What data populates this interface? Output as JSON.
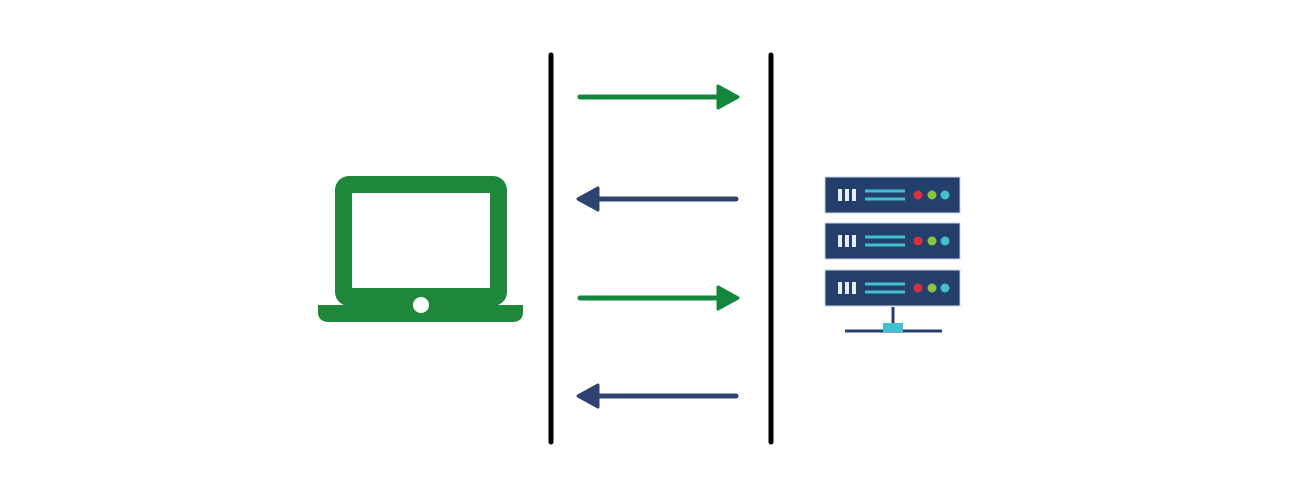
{
  "colors": {
    "laptop": "#1f873b",
    "request_arrow": "#13873d",
    "response_arrow": "#2f4372",
    "divider": "#000000",
    "server_body": "#243f6b",
    "server_lines": "#3fc1d0",
    "led_red": "#d8313f",
    "led_green": "#8cc63f",
    "led_teal": "#3fc1d0"
  },
  "icons": {
    "client": "laptop-icon",
    "server": "server-rack-icon"
  },
  "arrows": [
    {
      "direction": "right",
      "kind": "request"
    },
    {
      "direction": "left",
      "kind": "response"
    },
    {
      "direction": "right",
      "kind": "request"
    },
    {
      "direction": "left",
      "kind": "response"
    }
  ]
}
